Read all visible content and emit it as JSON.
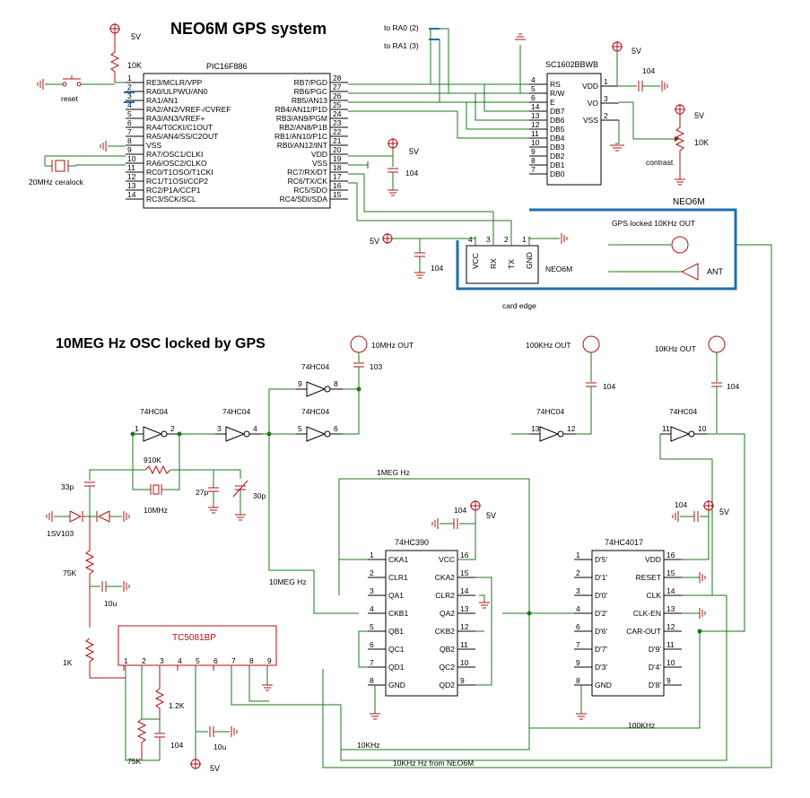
{
  "titles": {
    "gps": "NEO6M GPS system",
    "osc": "10MEG Hz OSC locked by GPS"
  },
  "mcu": {
    "name": "PIC16F886",
    "left_pins": [
      {
        "num": "1",
        "label": "RE3/MCLR/VPP"
      },
      {
        "num": "2",
        "label": "RA0/ULPWU/AN0"
      },
      {
        "num": "3",
        "label": "RA1/AN1"
      },
      {
        "num": "4",
        "label": "RA2/AN2/VREF-/CVREF"
      },
      {
        "num": "5",
        "label": "RA3/AN3/VREF+"
      },
      {
        "num": "6",
        "label": "RA4/T0CKI/C1OUT"
      },
      {
        "num": "7",
        "label": "RA5/AN4/SS/C2OUT"
      },
      {
        "num": "8",
        "label": "VSS"
      },
      {
        "num": "9",
        "label": "RA7/OSC1/CLKI"
      },
      {
        "num": "10",
        "label": "RA6/OSC2/CLKO"
      },
      {
        "num": "11",
        "label": "RC0/T1OSO/T1CKI"
      },
      {
        "num": "12",
        "label": "RC1/T1OSI/CCP2"
      },
      {
        "num": "13",
        "label": "RC2/P1A/CCP1"
      },
      {
        "num": "14",
        "label": "RC3/SCK/SCL"
      }
    ],
    "right_pins": [
      {
        "num": "28",
        "label": "RB7/PGD"
      },
      {
        "num": "27",
        "label": "RB6/PGC"
      },
      {
        "num": "26",
        "label": "RB5/AN13"
      },
      {
        "num": "25",
        "label": "RB4/AN11/P1D"
      },
      {
        "num": "24",
        "label": "RB3/AN9/PGM"
      },
      {
        "num": "23",
        "label": "RB2/AN8/P1B"
      },
      {
        "num": "22",
        "label": "RB1/AN10/P1C"
      },
      {
        "num": "21",
        "label": "RB0/AN12/INT"
      },
      {
        "num": "20",
        "label": "VDD"
      },
      {
        "num": "19",
        "label": "VSS"
      },
      {
        "num": "18",
        "label": "RC7/RX/DT"
      },
      {
        "num": "17",
        "label": "RC6/TX/CK"
      },
      {
        "num": "16",
        "label": "RC5/SDO"
      },
      {
        "num": "15",
        "label": "RC4/SDI/SDA"
      }
    ]
  },
  "lcd": {
    "name": "SC1602BBWB",
    "left_pins": [
      {
        "num": "4",
        "label": "RS"
      },
      {
        "num": "5",
        "label": "R/W"
      },
      {
        "num": "6",
        "label": "E"
      },
      {
        "num": "14",
        "label": "DB7"
      },
      {
        "num": "13",
        "label": "DB6"
      },
      {
        "num": "12",
        "label": "DB5"
      },
      {
        "num": "11",
        "label": "DB4"
      },
      {
        "num": "10",
        "label": "DB3"
      },
      {
        "num": "9",
        "label": "DB2"
      },
      {
        "num": "8",
        "label": "DB1"
      },
      {
        "num": "7",
        "label": "DB0"
      }
    ],
    "right_pins": [
      {
        "num": "1",
        "label": "VDD"
      },
      {
        "num": "3",
        "label": "VO"
      },
      {
        "num": "2",
        "label": "VSS"
      }
    ]
  },
  "labels": {
    "v5": "5V",
    "r10k": "10K",
    "reset": "reset",
    "ceralock": "20MHz ceralock",
    "c104": "104",
    "to_ra0": "to RA0 (2)",
    "to_ra1": "to RA1 (3)",
    "contrast": "contrast",
    "neo_title": "NEO6M",
    "neo_name": "NEO6M",
    "gps_locked": "GPS locked 10KHz OUT",
    "ant": "ANT",
    "card_edge": "card edge",
    "neo_pins": [
      {
        "num": "4",
        "label": "VCC"
      },
      {
        "num": "3",
        "label": "RX"
      },
      {
        "num": "2",
        "label": "TX"
      },
      {
        "num": "1",
        "label": "GND"
      }
    ],
    "inv": "74HC04",
    "out_10m": "10MHz OUT",
    "out_100k": "100KHz OUT",
    "out_10k": "10KHz OUT",
    "c103": "103",
    "r910k": "910K",
    "xtal": "10MHz",
    "c33p": "33p",
    "c27p": "27p",
    "c30p": "30p",
    "varicap": "1SV103",
    "r75k": "75K",
    "c10u": "10u",
    "r1k": "1K",
    "r12k": "1.2K",
    "vcxo_name": "TC5081BP",
    "vcxo_pins": [
      "1",
      "2",
      "3",
      "4",
      "5",
      "6",
      "7",
      "8",
      "9"
    ],
    "mhz1": "1MEG Hz",
    "mhz10": "10MEG Hz",
    "khz100": "100KHz",
    "khz10": "10KHz",
    "khz10_neo": "10KHz Hz from NEO6M",
    "pin_nums": {
      "inv_a_in": "1",
      "inv_a_out": "2",
      "inv_b_in": "3",
      "inv_b_out": "4",
      "inv_c_in": "9",
      "inv_c_out": "8",
      "inv_d_in": "5",
      "inv_d_out": "6",
      "inv_e_in": "13",
      "inv_e_out": "12",
      "inv_f_in": "11",
      "inv_f_out": "10"
    }
  },
  "hc390": {
    "name": "74HC390",
    "left_pins": [
      {
        "num": "1",
        "label": "CKA1"
      },
      {
        "num": "2",
        "label": "CLR1"
      },
      {
        "num": "3",
        "label": "QA1"
      },
      {
        "num": "4",
        "label": "CKB1"
      },
      {
        "num": "5",
        "label": "QB1"
      },
      {
        "num": "6",
        "label": "QC1"
      },
      {
        "num": "7",
        "label": "QD1"
      },
      {
        "num": "8",
        "label": "GND"
      }
    ],
    "right_pins": [
      {
        "num": "16",
        "label": "VCC"
      },
      {
        "num": "15",
        "label": "CKA2"
      },
      {
        "num": "14",
        "label": "CLR2"
      },
      {
        "num": "13",
        "label": "QA2"
      },
      {
        "num": "12",
        "label": "CKB2"
      },
      {
        "num": "11",
        "label": "QB2"
      },
      {
        "num": "10",
        "label": "QC2"
      },
      {
        "num": "9",
        "label": "QD2"
      }
    ]
  },
  "hc4017": {
    "name": "74HC4017",
    "left_pins": [
      {
        "num": "1",
        "label": "D'5'"
      },
      {
        "num": "2",
        "label": "D'1'"
      },
      {
        "num": "3",
        "label": "D'0'"
      },
      {
        "num": "4",
        "label": "D'2'"
      },
      {
        "num": "6",
        "label": "D'6'"
      },
      {
        "num": "7",
        "label": "D'7'"
      },
      {
        "num": "9",
        "label": "D'3'"
      },
      {
        "num": "8",
        "label": "GND"
      }
    ],
    "right_pins": [
      {
        "num": "16",
        "label": "VDD"
      },
      {
        "num": "15",
        "label": "RESET"
      },
      {
        "num": "14",
        "label": "CLK"
      },
      {
        "num": "13",
        "label": "CLK-EN"
      },
      {
        "num": "12",
        "label": "CAR-OUT"
      },
      {
        "num": "11",
        "label": "D'9'"
      },
      {
        "num": "10",
        "label": "D'4'"
      },
      {
        "num": "9",
        "label": "D'8'"
      }
    ]
  }
}
